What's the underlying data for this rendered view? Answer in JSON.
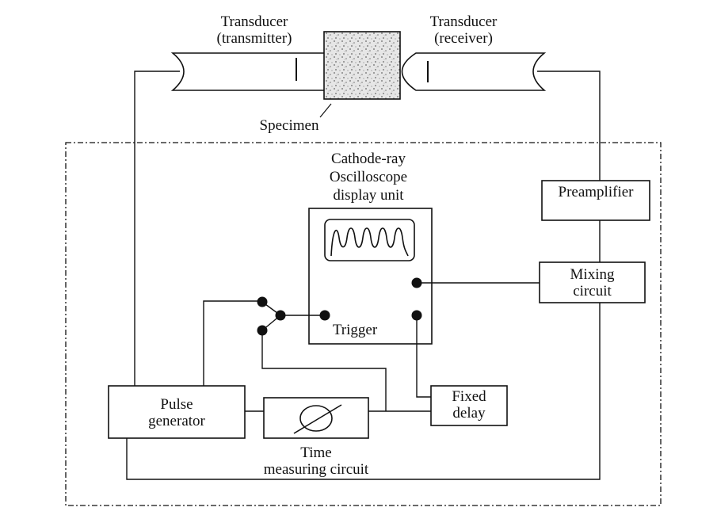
{
  "diagram": {
    "labels": {
      "transducer_tx_line1": "Transducer",
      "transducer_tx_line2": "(transmitter)",
      "transducer_rx_line1": "Transducer",
      "transducer_rx_line2": "(receiver)",
      "specimen": "Specimen",
      "crt_line1": "Cathode-ray",
      "crt_line2": "Oscilloscope",
      "crt_line3": "display unit",
      "preamplifier": "Preamplifier",
      "mixing_line1": "Mixing",
      "mixing_line2": "circuit",
      "trigger": "Trigger",
      "fixed_line1": "Fixed",
      "fixed_line2": "delay",
      "pulse_line1": "Pulse",
      "pulse_line2": "generator",
      "time_line1": "Time",
      "time_line2": "measuring circuit"
    },
    "icons": [
      "oscilloscope-waveform-icon",
      "meter-dial-icon",
      "specimen-texture"
    ]
  }
}
